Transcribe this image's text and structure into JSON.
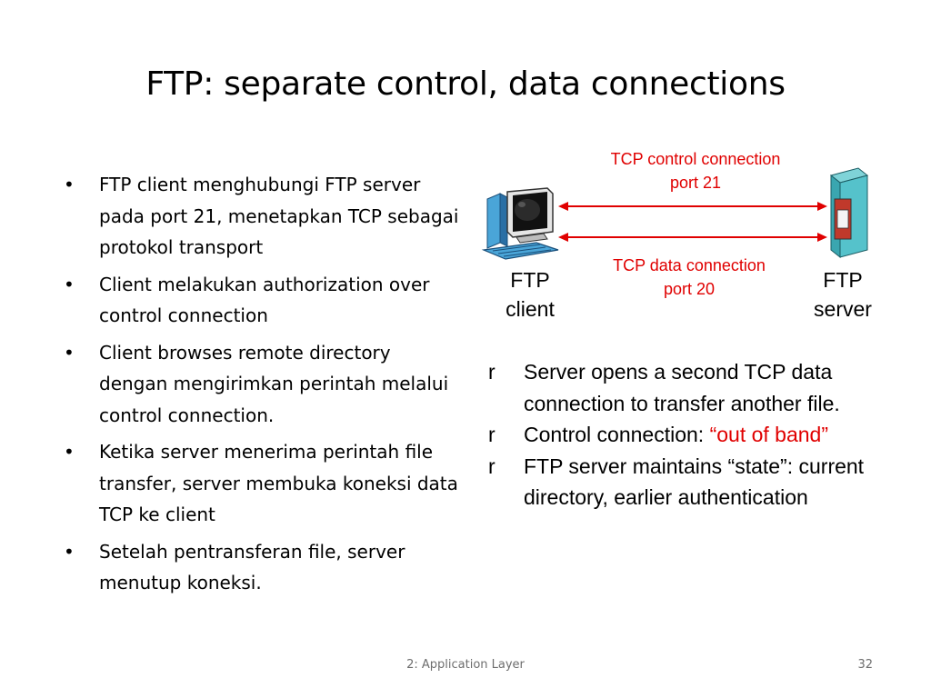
{
  "title": "FTP: separate control, data connections",
  "bullets": [
    "FTP client menghubungi FTP server pada port 21, menetapkan TCP sebagai protokol transport",
    "Client melakukan authorization over control connection",
    "Client browses remote directory dengan mengirimkan perintah melalui control connection.",
    "Ketika server menerima perintah file transfer, server membuka koneksi data TCP ke client",
    "Setelah pentransferan file, server menutup koneksi."
  ],
  "bullet_char": "•",
  "diagram": {
    "control_label_line1": "TCP control connection",
    "control_label_line2": "port 21",
    "data_label_line1": "TCP data connection",
    "data_label_line2": "port 20",
    "client_label_line1": "FTP",
    "client_label_line2": "client",
    "server_label_line1": "FTP",
    "server_label_line2": "server",
    "arrow_color": "#e00000"
  },
  "right_list": {
    "marker": "r",
    "items": [
      {
        "text": "Server opens a second TCP data connection to transfer another file."
      },
      {
        "text": "Control connection: ",
        "highlight": "“out of band”"
      },
      {
        "text": "FTP server maintains “state”: current directory, earlier authentication"
      }
    ]
  },
  "footer": {
    "center": "2: Application Layer",
    "page": "32"
  }
}
